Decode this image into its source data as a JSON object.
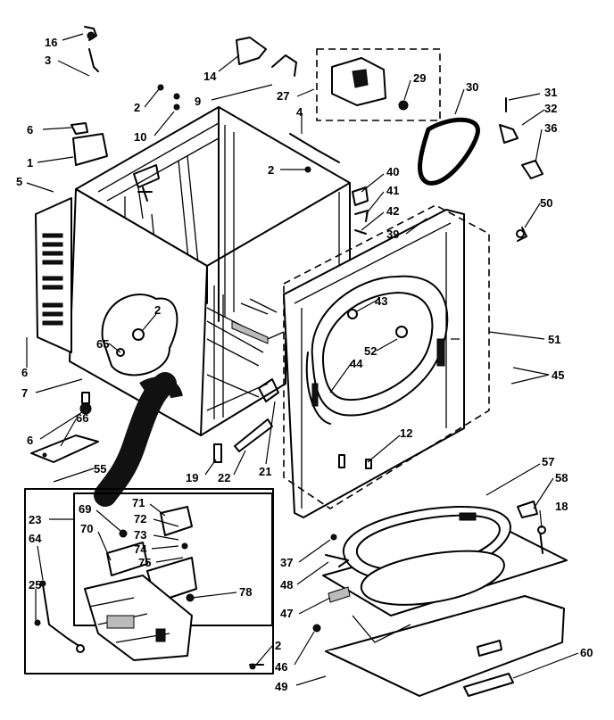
{
  "labels": {
    "l16": "16",
    "l3": "3",
    "l14": "14",
    "l9": "9",
    "l27": "27",
    "l29": "29",
    "l30": "30",
    "l31": "31",
    "l32": "32",
    "l36": "36",
    "l2a": "2",
    "l10": "10",
    "l6a": "6",
    "l1": "1",
    "l5": "5",
    "l4": "4",
    "l2b": "2",
    "l40": "40",
    "l41": "41",
    "l42": "42",
    "l39": "39",
    "l50": "50",
    "l43": "43",
    "l52": "52",
    "l44": "44",
    "l51": "51",
    "l45": "45",
    "l2c": "2",
    "l65": "65",
    "l6b": "6",
    "l7": "7",
    "l6c": "6",
    "l66": "66",
    "l55": "55",
    "l19": "19",
    "l22": "22",
    "l21": "21",
    "l12": "12",
    "l57": "57",
    "l58": "58",
    "l18": "18",
    "l23": "23",
    "l69": "69",
    "l71": "71",
    "l72": "72",
    "l70": "70",
    "l73": "73",
    "l74": "74",
    "l75": "75",
    "l64": "64",
    "l78": "78",
    "l37": "37",
    "l48": "48",
    "l25": "25",
    "l47": "47",
    "l2d": "2",
    "l46": "46",
    "l49": "49",
    "l60": "60"
  }
}
